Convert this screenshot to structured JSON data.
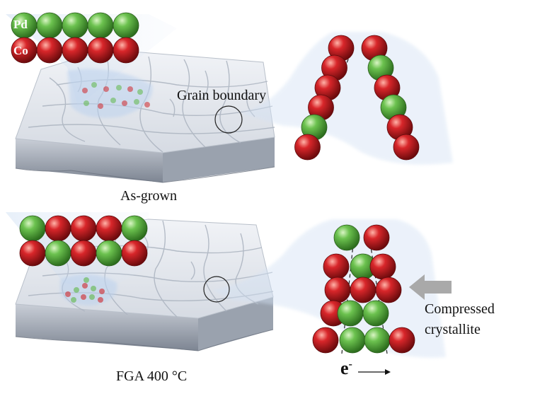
{
  "legend": {
    "pd_label": "Pd",
    "co_label": "Co"
  },
  "labels": {
    "grain_boundary": "Grain boundary",
    "as_grown": "As-grown",
    "fga": "FGA 400 °C",
    "compressed_line1": "Compressed",
    "compressed_line2": "crystallite",
    "electron": "e",
    "electron_sup": "-"
  },
  "colors": {
    "pd_green": "#5fb848",
    "co_red": "#d0262a",
    "surface": "#dfe3ea",
    "arrow_grey": "#a9a9a9",
    "glow_blue": "#cfe0f3"
  },
  "atoms": {
    "top_legend_rows": [
      [
        "pd",
        "pd",
        "pd",
        "pd",
        "pd"
      ],
      [
        "co",
        "co",
        "co",
        "co",
        "co"
      ]
    ],
    "bottom_grid_rows": [
      [
        "pd",
        "co",
        "co",
        "co",
        "pd"
      ],
      [
        "co",
        "pd",
        "co",
        "pd",
        "co"
      ]
    ],
    "v_boundary_left_arm": [
      "co",
      "co",
      "co",
      "co",
      "pd",
      "co"
    ],
    "v_boundary_right_arm": [
      "co",
      "pd",
      "co",
      "pd",
      "co",
      "co"
    ],
    "compressed_rows": [
      [
        "pd",
        "co"
      ],
      [
        "co",
        "pd",
        "co"
      ],
      [
        "co",
        "co",
        "co"
      ],
      [
        "co",
        "pd",
        "pd"
      ],
      [
        "co",
        "pd",
        "pd",
        "co"
      ]
    ]
  }
}
